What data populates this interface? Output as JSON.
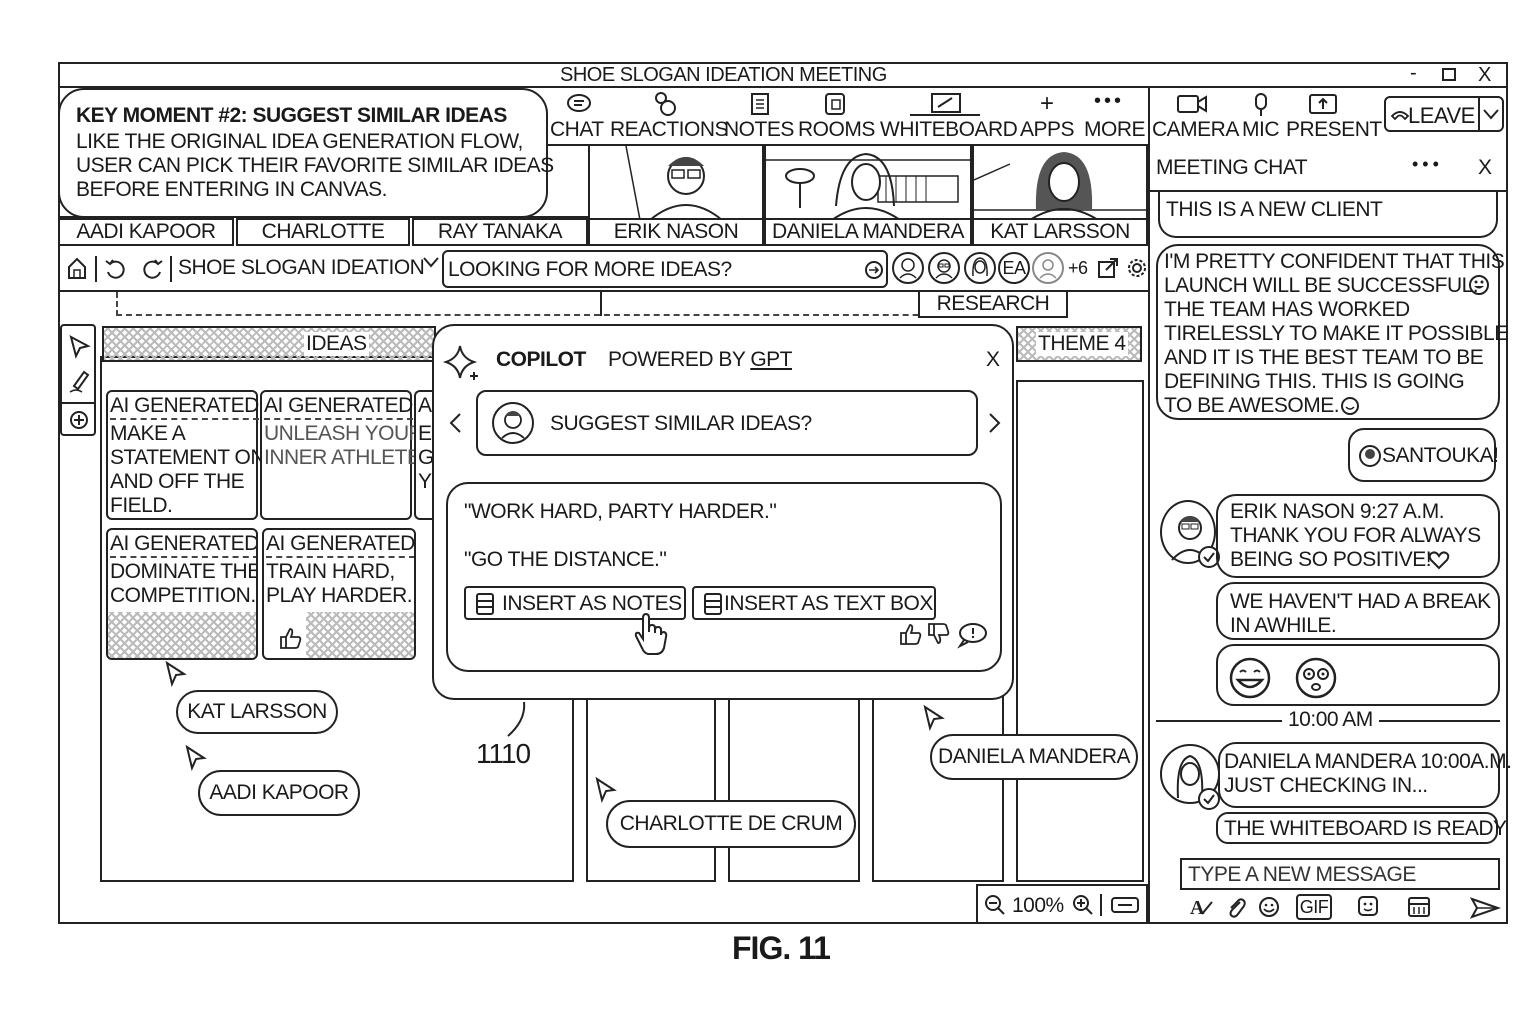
{
  "window": {
    "title": "SHOE SLOGAN IDEATION MEETING",
    "controls": [
      "-",
      "☐",
      "X"
    ]
  },
  "key_moment": {
    "title": "KEY MOMENT #2: SUGGEST SIMILAR IDEAS",
    "lines": [
      "LIKE THE ORIGINAL IDEA GENERATION FLOW,",
      "USER CAN PICK THEIR FAVORITE SIMILAR IDEAS",
      "BEFORE ENTERING IN CANVAS."
    ]
  },
  "toolbar": {
    "items": [
      "CHAT",
      "REACTIONS",
      "NOTES",
      "ROOMS",
      "WHITEBOARD",
      "APPS",
      "MORE"
    ],
    "device_items": [
      "CAMERA",
      "MIC",
      "PRESENT"
    ],
    "leave_label": "LEAVE"
  },
  "participants": {
    "names": [
      "AADI KAPOOR",
      "CHARLOTTE",
      "RAY TANAKA"
    ],
    "video_names": [
      "ERIK NASON",
      "DANIELA MANDERA",
      "KAT LARSSON"
    ]
  },
  "canvas_bar": {
    "title": "SHOE SLOGAN IDEATION",
    "prompt": "LOOKING FOR MORE IDEAS?",
    "avatar_initials": "EA",
    "overflow_count": "+6"
  },
  "board": {
    "research_label": "RESEARCH",
    "ideas_label": "IDEAS",
    "theme4_label": "THEME 4",
    "notes": [
      {
        "header": "AI GENERATED",
        "text": [
          "MAKE A",
          "STATEMENT ON",
          "AND OFF THE",
          "FIELD."
        ]
      },
      {
        "header": "AI GENERATED",
        "text": [
          "UNLEASH YOUR",
          "INNER ATHLETE."
        ]
      },
      {
        "header": "AI GENERATED",
        "text": [
          "DOMINATE THE",
          "COMPETITION."
        ]
      },
      {
        "header": "AI GENERATED",
        "text": [
          "TRAIN HARD,",
          "PLAY HARDER."
        ]
      }
    ],
    "partial_note_letters": [
      "A",
      "E",
      "G",
      "Y"
    ],
    "cursors": [
      "KAT LARSSON",
      "AADI KAPOOR",
      "CHARLOTTE DE CRUM",
      "DANIELA MANDERA"
    ],
    "reference_numeral": "1110",
    "zoom": "100%"
  },
  "copilot": {
    "title": "COPILOT",
    "powered_prefix": "POWERED BY ",
    "powered_link": "GPT",
    "close": "X",
    "suggest_label": "SUGGEST SIMILAR IDEAS?",
    "ideas": [
      "\"WORK HARD, PARTY HARDER.\"",
      "\"GO THE DISTANCE.\""
    ],
    "insert_notes": "INSERT AS NOTES",
    "insert_textbox": "INSERT AS TEXT BOX"
  },
  "chat": {
    "title": "MEETING CHAT",
    "more": "• • •",
    "close": "X",
    "messages": {
      "m1": "THIS IS A NEW CLIENT",
      "m2": [
        "I'M PRETTY CONFIDENT THAT THIS",
        "LAUNCH WILL BE SUCCESSFUL.",
        "THE TEAM HAS WORKED",
        "TIRELESSLY TO MAKE IT POSSIBLE",
        "AND IT IS THE BEST TEAM TO BE",
        "DEFINING THIS. THIS IS GOING",
        "TO BE AWESOME."
      ],
      "m3": "SANTOUKA!",
      "m4_header": "ERIK NASON  9:27 A.M.",
      "m4": [
        "THANK YOU FOR ALWAYS",
        "BEING SO POSITIVE!"
      ],
      "m5": [
        "WE HAVEN'T HAD A BREAK",
        "IN AWHILE."
      ],
      "divider": "10:00 AM",
      "m6_header": "DANIELA MANDERA 10:00A.M.",
      "m6": "JUST CHECKING IN...",
      "m7": "THE WHITEBOARD IS READY"
    },
    "input_placeholder": "TYPE A NEW MESSAGE",
    "gif_label": "GIF"
  },
  "figure_caption": "FIG. 11"
}
